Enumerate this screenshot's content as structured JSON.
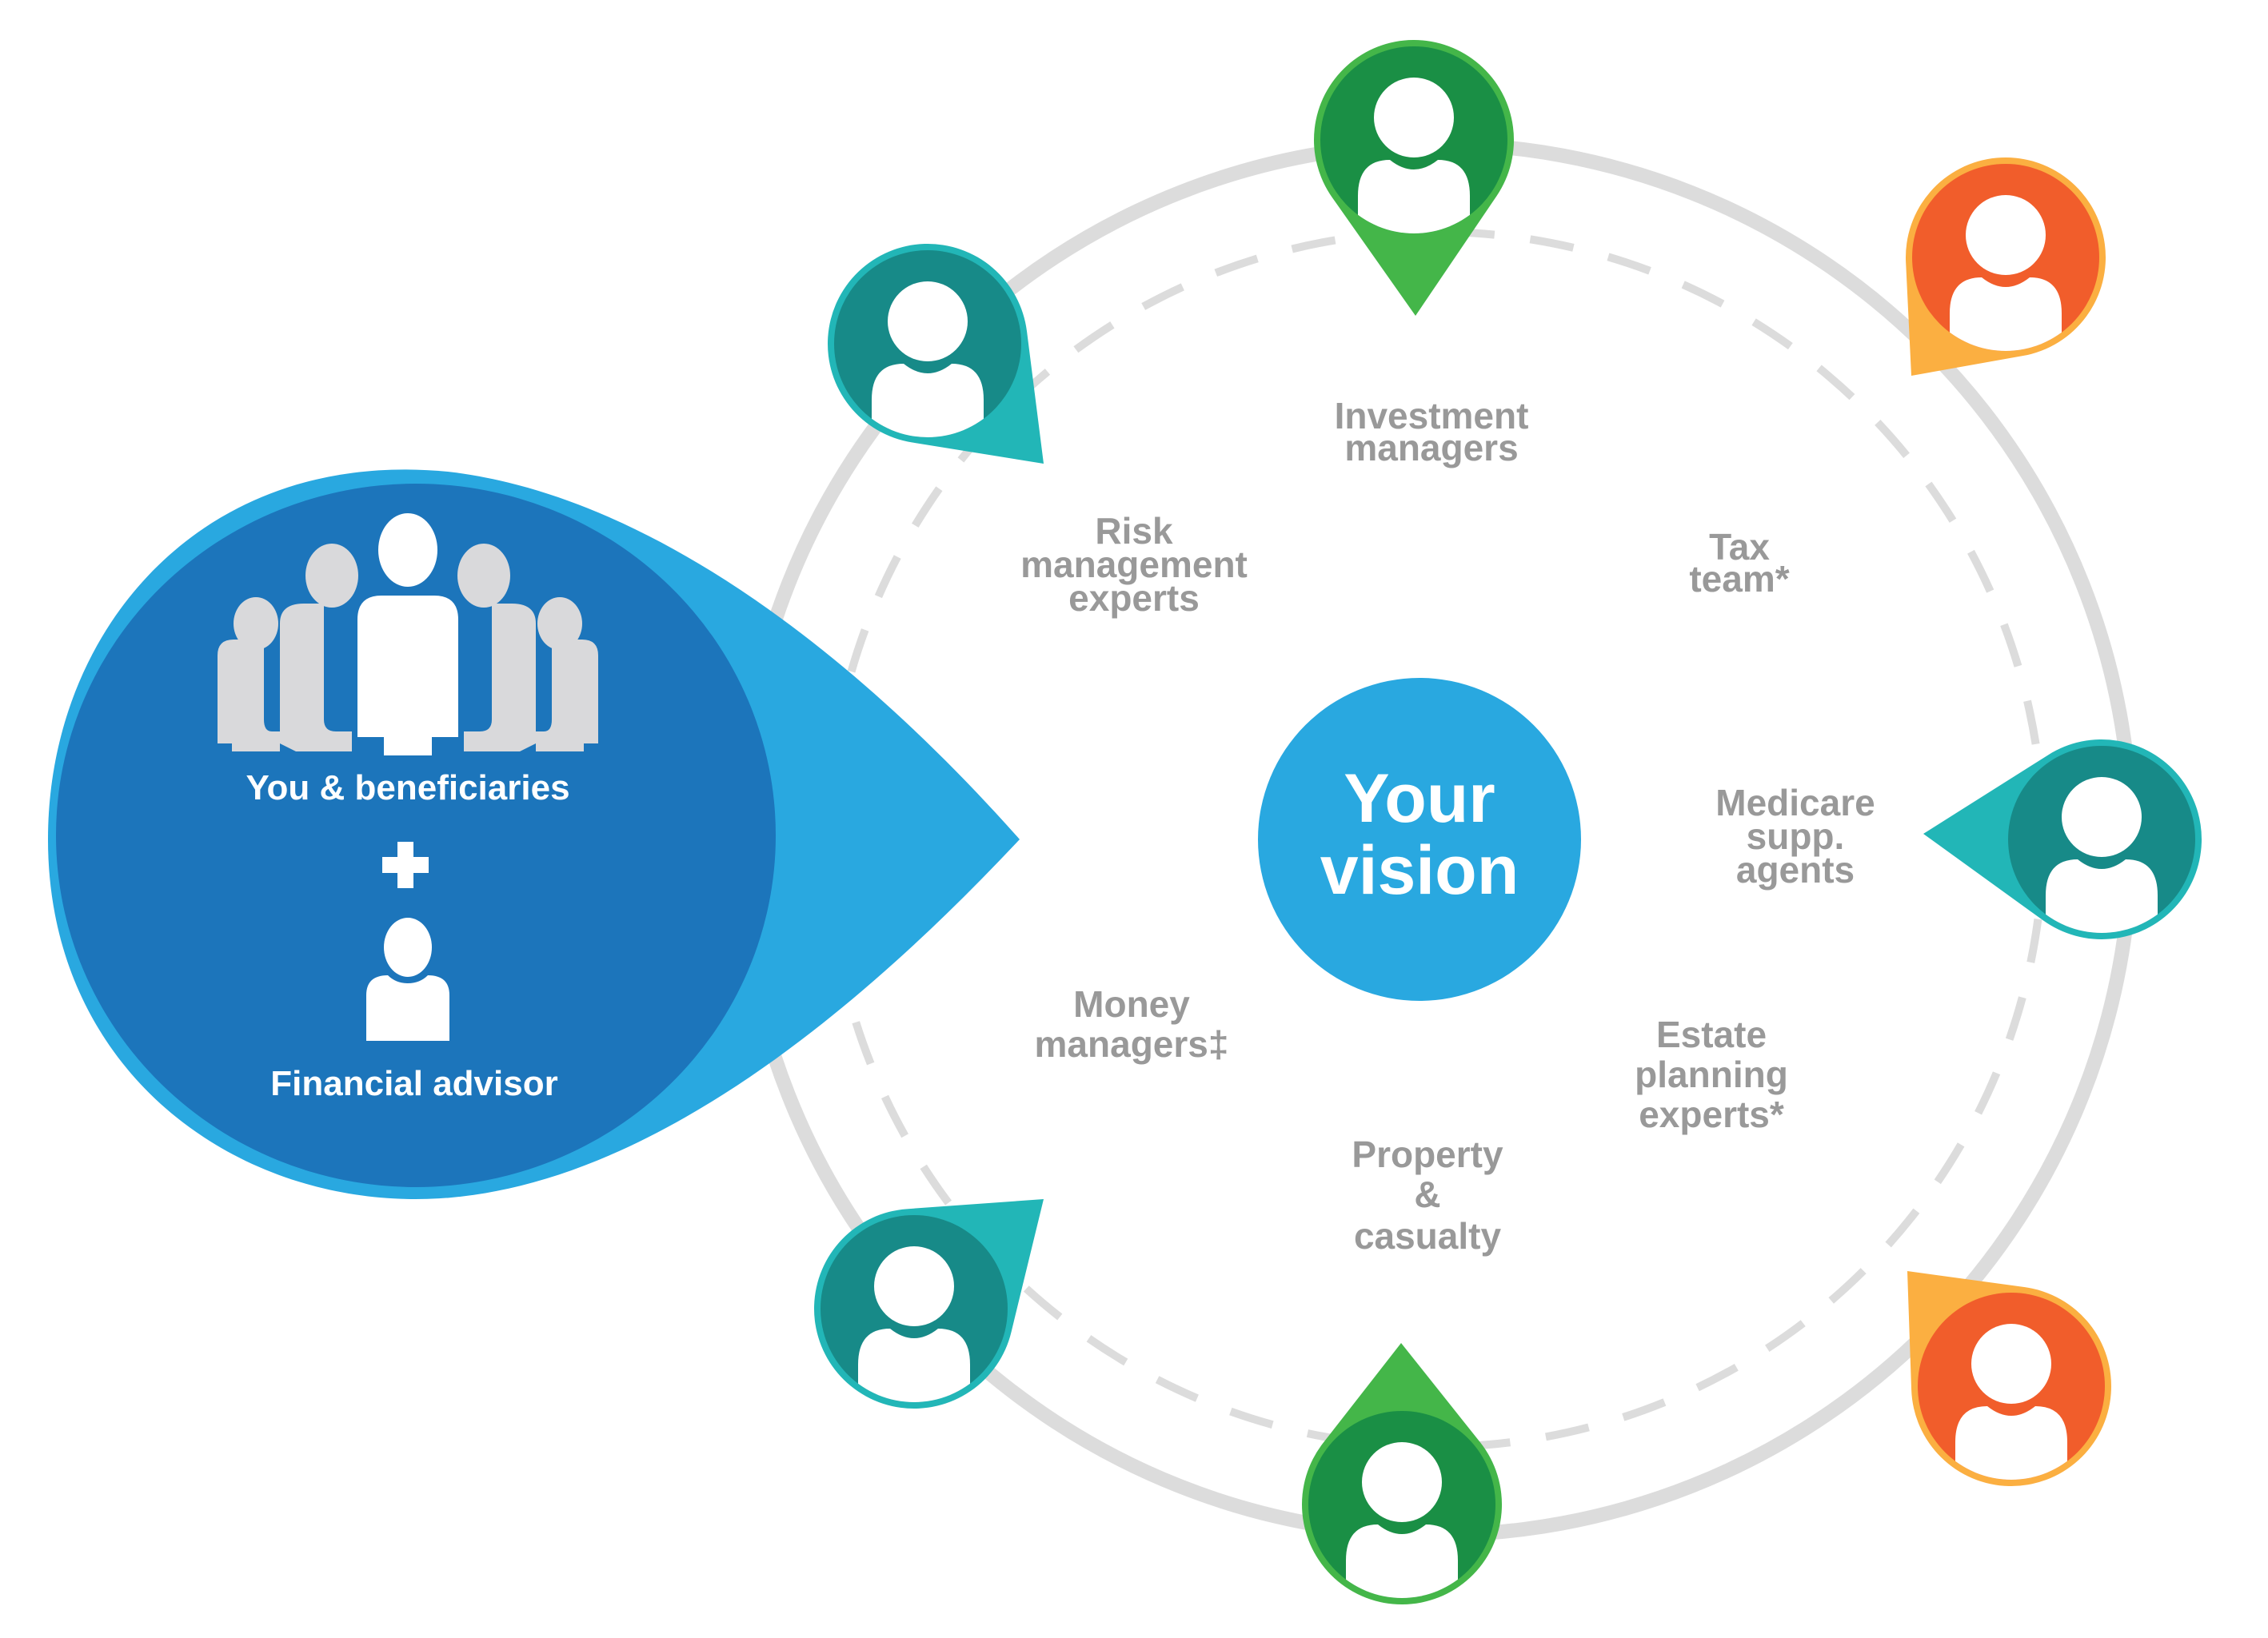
{
  "colors": {
    "ring": "#dcdcdc",
    "label_gray": "#999999",
    "blue_light": "#29a8e0",
    "blue_dark": "#1c75bb",
    "group_gray": "#d9d9db",
    "green_light": "#44b649",
    "green_dark": "#1a8f45",
    "orange_light": "#fbaf41",
    "orange_dark": "#f15d2b",
    "teal_light": "#22b6b7",
    "teal_dark": "#178a88"
  },
  "left_bubble": {
    "group_label": "You & beneficiaries",
    "plus": "+",
    "advisor_label": "Financial advisor",
    "group_icon": "group-of-people-icon",
    "advisor_icon": "person-icon"
  },
  "center": {
    "line1": "Your",
    "line2": "vision"
  },
  "specialists": [
    {
      "id": "investment",
      "lines": [
        "Investment",
        "managers"
      ],
      "pin_color": "green"
    },
    {
      "id": "tax",
      "lines": [
        "Tax",
        "team*"
      ],
      "pin_color": "orange"
    },
    {
      "id": "medicare",
      "lines": [
        "Medicare",
        "supp.",
        "agents"
      ],
      "pin_color": "teal"
    },
    {
      "id": "estate",
      "lines": [
        "Estate",
        "planning",
        "experts*"
      ],
      "pin_color": "orange"
    },
    {
      "id": "property",
      "lines": [
        "Property",
        "&",
        "casualty"
      ],
      "pin_color": "green"
    },
    {
      "id": "money",
      "lines": [
        "Money",
        "managers‡"
      ],
      "pin_color": "teal"
    },
    {
      "id": "risk",
      "lines": [
        "Risk",
        "management",
        "experts"
      ],
      "pin_color": "teal"
    }
  ]
}
